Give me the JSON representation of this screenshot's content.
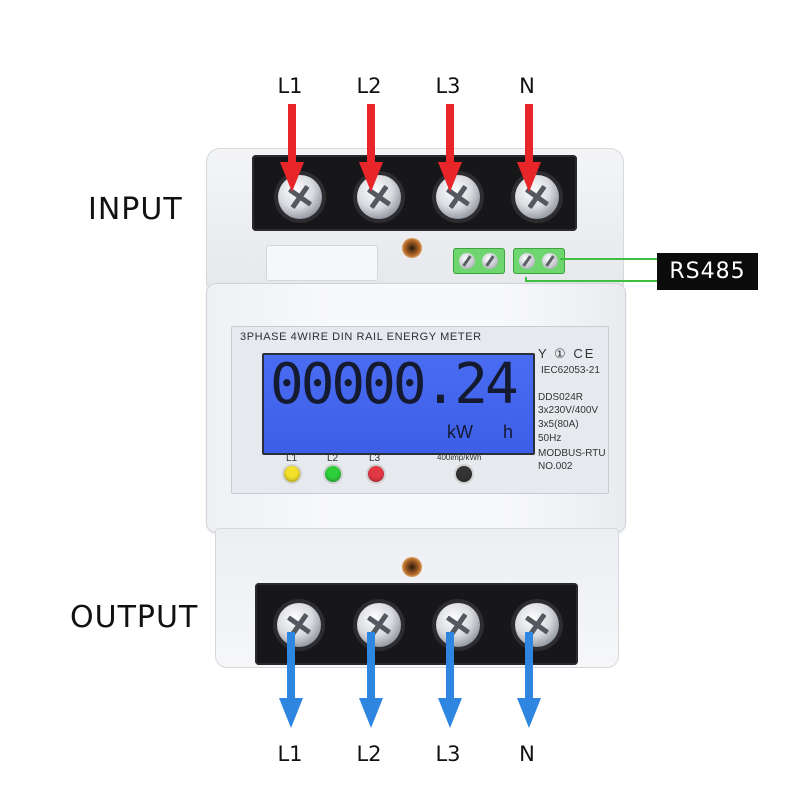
{
  "labels": {
    "input": "INPUT",
    "output": "OUTPUT",
    "top_phases": [
      "L1",
      "L2",
      "L3",
      "N"
    ],
    "bottom_phases": [
      "L1",
      "L2",
      "L3",
      "N"
    ],
    "rs485": "RS485"
  },
  "faceplate": {
    "title": "3PHASE 4WIRE DIN RAIL ENERGY METER",
    "display_value": "00000.24",
    "display_unit": "kW",
    "display_unit_h": "h",
    "certifications": "IEC62053-21",
    "cert_icons": "Y ① CE",
    "model": "DDS024R",
    "voltage": "3x230V/400V",
    "current": "3x5(80A)",
    "frequency": "50Hz",
    "protocol": "MODBUS-RTU",
    "number": "NO.002",
    "pulse_label": "400imp/kWh",
    "leds": [
      {
        "label": "L1",
        "color": "#f2e02a"
      },
      {
        "label": "L2",
        "color": "#2fcf3a"
      },
      {
        "label": "L3",
        "color": "#e53845"
      }
    ],
    "pulse_led_color": "#333333"
  },
  "colors": {
    "input_arrow": "#e8262a",
    "output_arrow": "#2f86e0",
    "rs485_line": "#3fbf3f"
  }
}
